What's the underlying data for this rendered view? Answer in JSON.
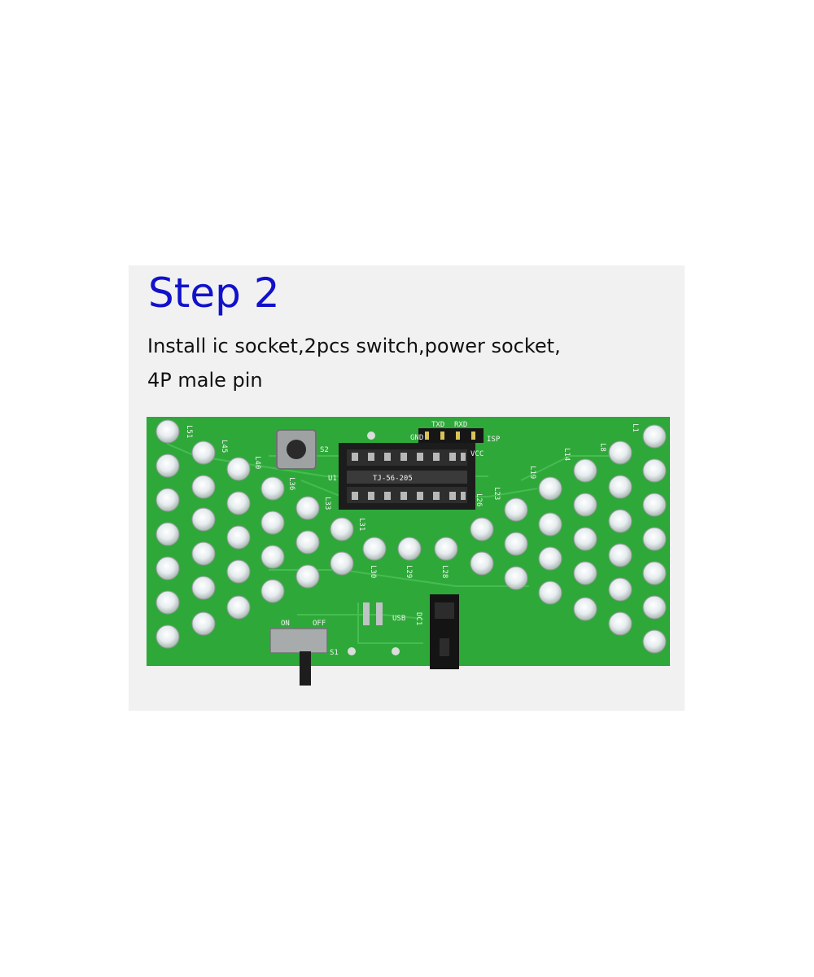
{
  "step": {
    "title": "Step 2",
    "description_line1": "Install ic socket,2pcs switch,power socket,",
    "description_line2": "4P male pin"
  },
  "board": {
    "pcb_color": "#2fa83a",
    "chip_label": "TJ-56-205",
    "silkscreen": {
      "reset_switch": "S2",
      "socket": "U1",
      "header_top": [
        "TXD",
        "RXD"
      ],
      "header_side": [
        "GND",
        "VCC",
        "ISP"
      ],
      "power_switch": "S1",
      "switch_on": "ON",
      "switch_off": "OFF",
      "usb": "USB",
      "dc_jack": "DC1",
      "led_labels": [
        "L51",
        "L45",
        "L40",
        "L36",
        "L33",
        "L31",
        "L30",
        "L29",
        "L28",
        "L26",
        "L23",
        "L19",
        "L14",
        "L8",
        "L1"
      ]
    }
  }
}
